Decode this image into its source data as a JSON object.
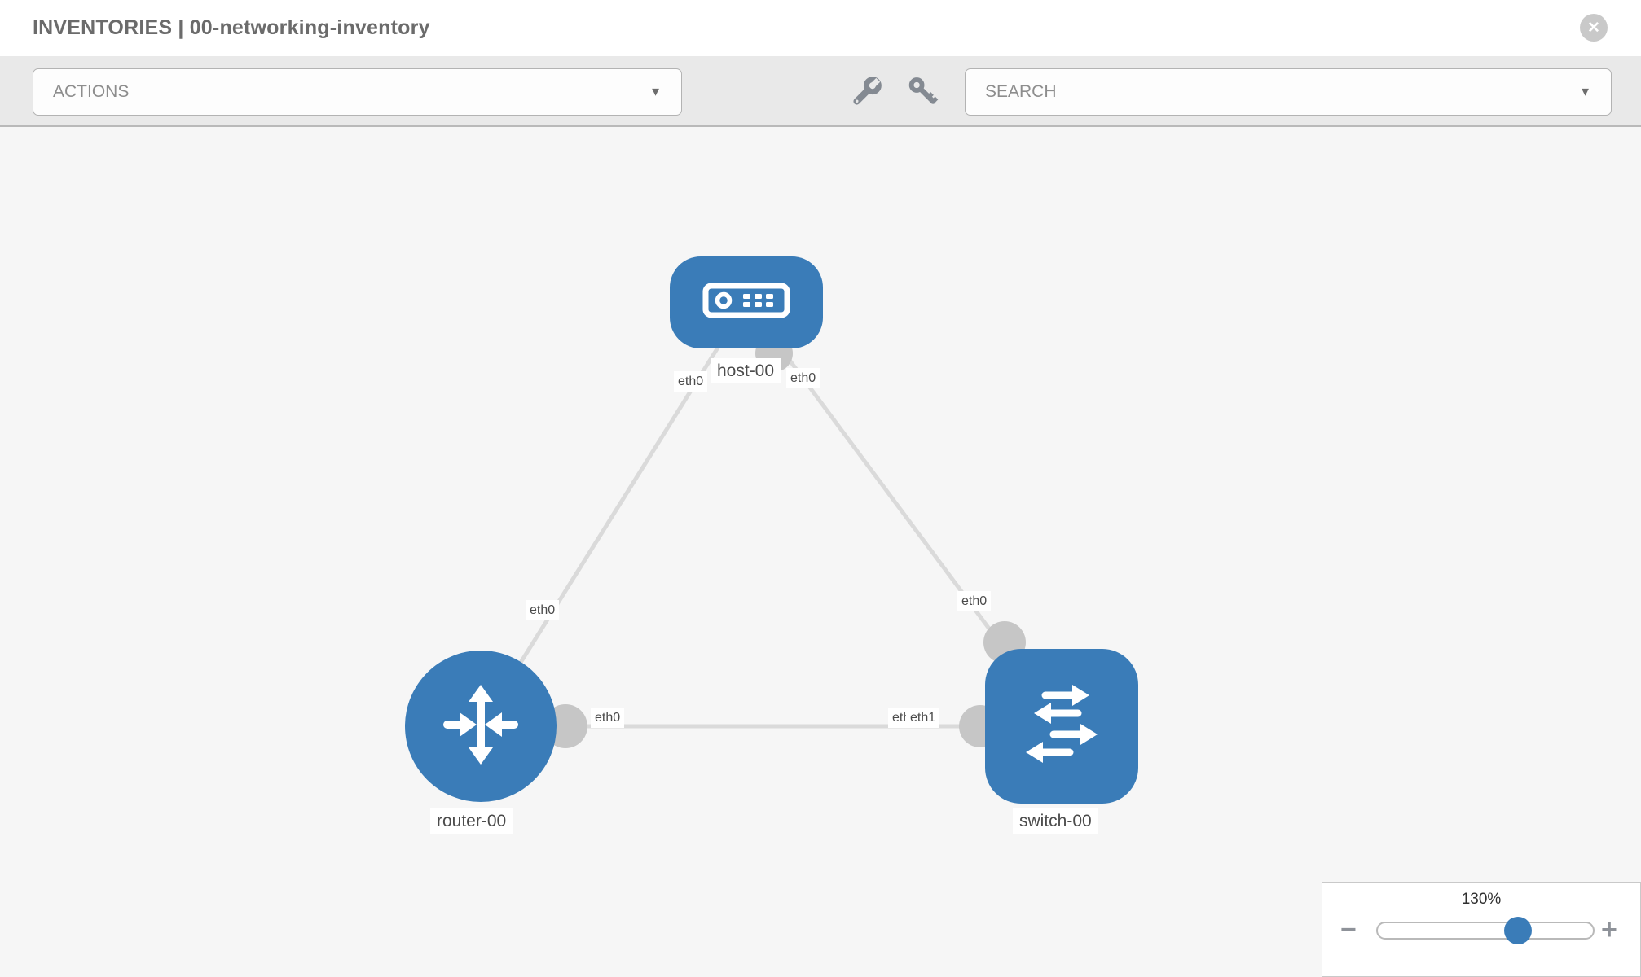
{
  "header": {
    "title": "INVENTORIES | 00-networking-inventory",
    "close_glyph": "✕"
  },
  "toolbar": {
    "actions_label": "ACTIONS",
    "search_label": "SEARCH",
    "caret_glyph": "▼",
    "icons": [
      "wrench-icon",
      "key-icon"
    ]
  },
  "canvas": {
    "nodes": [
      {
        "name": "host-00",
        "type": "host"
      },
      {
        "name": "router-00",
        "type": "router"
      },
      {
        "name": "switch-00",
        "type": "switch"
      }
    ],
    "links": [
      {
        "from": "host-00",
        "to": "router-00",
        "from_label": "eth0",
        "to_label": "eth0"
      },
      {
        "from": "host-00",
        "to": "switch-00",
        "from_label": "eth0",
        "to_label": "eth0"
      },
      {
        "from": "router-00",
        "to": "switch-00",
        "from_label": "eth0",
        "to_label": "eth1",
        "to_label_hidden": "eth0"
      }
    ]
  },
  "zoom_control": {
    "level": "130%",
    "minus_glyph": "−",
    "plus_glyph": "+"
  },
  "colors": {
    "node_blue": "#3a7cb8",
    "link_gray": "#dadada",
    "stub_gray": "#c6c6c6",
    "toolbar_gray": "#e9e9e9",
    "canvas_gray": "#f6f6f6"
  }
}
